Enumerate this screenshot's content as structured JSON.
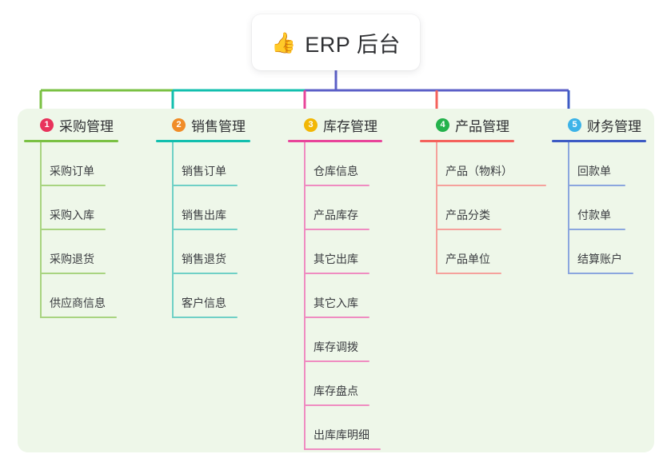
{
  "root": {
    "icon": "thumbs-up-emoji",
    "icon_glyph": "👍",
    "title": "ERP 后台"
  },
  "panel": {
    "background": "#eef7e9"
  },
  "trunk_color": "#5b5fc7",
  "columns": [
    {
      "index": "1",
      "title": "采购管理",
      "badge_color": "#e8335c",
      "color": "#7ac143",
      "line_color": "#a8d480",
      "items": [
        "采购订单",
        "采购入库",
        "采购退货",
        "供应商信息"
      ]
    },
    {
      "index": "2",
      "title": "销售管理",
      "badge_color": "#f08c28",
      "color": "#12bfae",
      "line_color": "#6fd0c6",
      "items": [
        "销售订单",
        "销售出库",
        "销售退货",
        "客户信息"
      ]
    },
    {
      "index": "3",
      "title": "库存管理",
      "badge_color": "#f2b705",
      "color": "#e8459a",
      "line_color": "#ef8cc1",
      "items": [
        "仓库信息",
        "产品库存",
        "其它出库",
        "其它入库",
        "库存调拨",
        "库存盘点",
        "出库库明细"
      ]
    },
    {
      "index": "4",
      "title": "产品管理",
      "badge_color": "#24b24c",
      "color": "#f4625c",
      "line_color": "#f5a19c",
      "items": [
        "产品（物料）",
        "产品分类",
        "产品单位"
      ]
    },
    {
      "index": "5",
      "title": "财务管理",
      "badge_color": "#3cb3e8",
      "color": "#3d5bc4",
      "line_color": "#8ba6de",
      "items": [
        "回款单",
        "付款单",
        "结算账户"
      ]
    }
  ]
}
